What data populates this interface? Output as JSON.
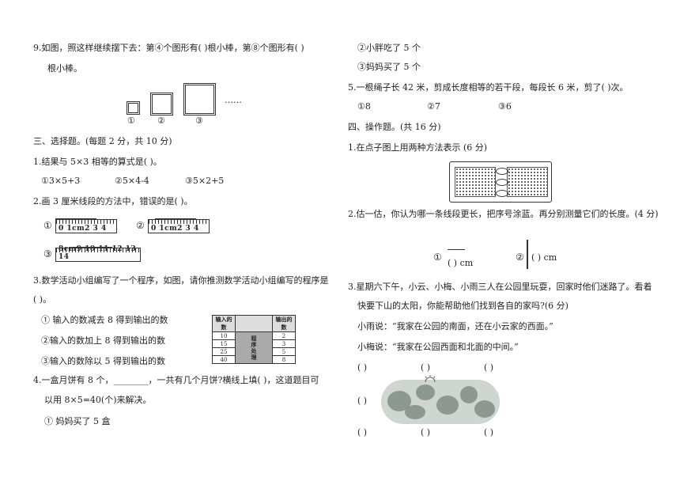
{
  "left": {
    "q9": {
      "line1": "9.如图，照这样继续摆下去：第④个图形有(      )根小棒，第⑧个图形有(      )",
      "line2": "根小棒。",
      "labels": [
        "①",
        "②",
        "③"
      ],
      "dots": "……"
    },
    "section3": "三、选择题。(每题 2 分，共 10 分)",
    "q1": {
      "stem": "1.结果与 5×3 相等的算式是(      )。",
      "options": [
        "①3×5+3",
        "②5×4-4",
        "③5×2+5"
      ]
    },
    "q2": {
      "stem": "2.画 3 厘米线段的方法中，错误的是(      )。",
      "labels": [
        "①",
        "②",
        "③"
      ],
      "ruler1": "0  1cm2  3  4",
      "ruler2": "0  1cm2  3  4",
      "ruler3": "8cm9 10 11 12 13 14"
    },
    "q3": {
      "stem1": "3.数学活动小组编写了一个程序，如图，请你推测数学活动小组编写的程序是",
      "stem2": "(      )。",
      "options": [
        "①  输入的数减去 8 得到输出的数",
        "②输入的数加上 8 得到输出的数",
        "③输入的数除以 5 得到输出的数"
      ],
      "table": {
        "head_in": "输入的数",
        "head_out": "输出的数",
        "middle": "程序处理",
        "inputs": [
          "10",
          "15",
          "25",
          "40"
        ],
        "outputs": [
          "2",
          "3",
          "5",
          "8"
        ]
      }
    },
    "q4": {
      "stem1": "4.一盒月饼有 8 个，________，一共有几个月饼?横线上填(      )，这道题目可",
      "stem2": "以用 8×5=40(个)来解决。",
      "option1": "①  妈妈买了 5 盒"
    }
  },
  "right": {
    "q4_rest": [
      "②小胖吃了 5 个",
      "③妈妈买了 5 个"
    ],
    "q5": {
      "stem": "5.一根绳子长 42 米，剪成长度相等的若干段，每段长 6 米，剪了(      )次。",
      "options": [
        "①8",
        "②7",
        "③6"
      ]
    },
    "section4": "四、操作题。(共 16 分)",
    "op1": "1.在点子图上用两种方法表示 (6 分)",
    "op2": {
      "stem": "2.估一估，你认为哪一条线段更长，把序号涂蓝。再分别测量它们的长度。(4 分)",
      "label1": "①",
      "label2": "②",
      "blank1": "(      ) cm",
      "blank2": "(      ) cm"
    },
    "op3": {
      "stem1": "3.星期六下午，小云、小梅、小雨三人在公园里玩耍，回家时他们迷路了。看着",
      "stem2": "快要下山的太阳，你能帮助他们找到各自的家吗?(6 分)",
      "quote1": "小雨说：“我家在公园的南面，还在小云家的西面。”",
      "quote2": "小梅说：“我家在公园西面和北面的中间。”",
      "blanks": [
        "(      )",
        "(      )",
        "(      )",
        "(      )",
        "(      )",
        "(      )",
        "(      )",
        "(      )"
      ]
    }
  }
}
